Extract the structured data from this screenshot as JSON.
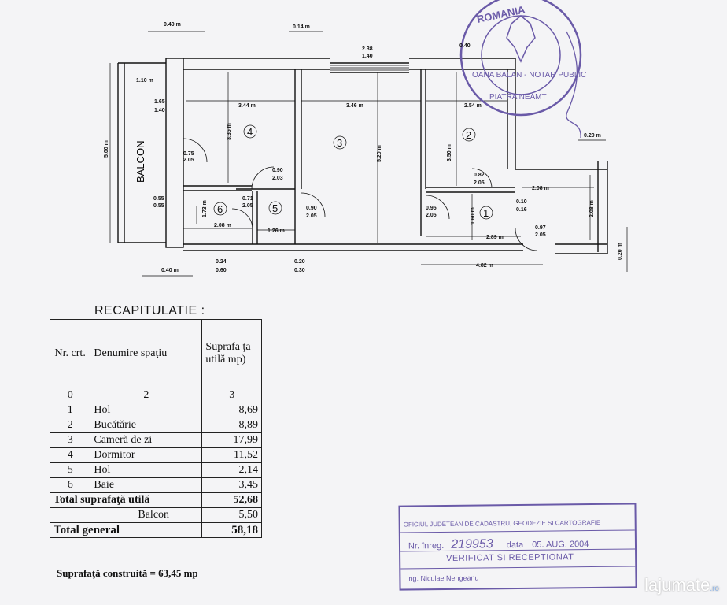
{
  "plan": {
    "dimensions": {
      "top_left_040": "0.40 m",
      "top_014": "0.14 m",
      "top_238": "2.38",
      "top_140": "1.40",
      "stamp_040": "0.40",
      "left_110": "1.10 m",
      "left_165": "1.65",
      "left_140": "1.40",
      "w_344": "3.44 m",
      "w_346": "3.46 m",
      "w_254": "2.54 m",
      "h_500": "5.00 m",
      "h_335": "3.35 m",
      "h_520": "5.20 m",
      "h_350": "3.50 m",
      "right_020": "0.20 m",
      "door_075": "0.75",
      "door_075b": "2.05",
      "door_090a": "0.90",
      "door_090ab": "2.03",
      "door_082": "0.82",
      "door_082b": "2.05",
      "d_055a": "0.55",
      "d_055b": "0.55",
      "h_173": "1.73 m",
      "door_071": "0.71",
      "door_071b": "2.05",
      "door_090b": "0.90",
      "door_090bb": "2.05",
      "door_095": "0.95",
      "door_095b": "2.05",
      "w_208a": "2.08 m",
      "w_010": "0.10",
      "w_016": "0.16",
      "h_160": "1.60 m",
      "h_208": "2.08 m",
      "w_208b": "2.08 m",
      "w_126": "1.26 m",
      "w_289": "2.89 m",
      "door_097": "0.97",
      "door_097b": "2.05",
      "b_024": "0.24",
      "b_060": "0.60",
      "b_020": "0.20",
      "b_030": "0.30",
      "b_040": "0.40 m",
      "w_482": "4.82 m",
      "r_020": "0.20 m"
    },
    "balcony_label": "BALCON",
    "room_numbers": [
      "4",
      "3",
      "2",
      "6",
      "5",
      "1"
    ]
  },
  "notary_stamp": {
    "country": "ROMANIA",
    "text": "OANA BALAN - NOTAR PUBLIC",
    "city": "PIATRA NEAMT"
  },
  "recap": {
    "title": "RECAPITULATIE :",
    "headers": {
      "nr": "Nr. crt.",
      "name": "Denumire spaţiu",
      "area": "Suprafa ţa utilă mp)"
    },
    "index_row": [
      "0",
      "2",
      "3"
    ],
    "rows": [
      {
        "nr": "1",
        "name": "Hol",
        "area": "8,69"
      },
      {
        "nr": "2",
        "name": "Bucătărie",
        "area": "8,89"
      },
      {
        "nr": "3",
        "name": "Cameră de zi",
        "area": "17,99"
      },
      {
        "nr": "4",
        "name": "Dormitor",
        "area": "11,52"
      },
      {
        "nr": "5",
        "name": "Hol",
        "area": "2,14"
      },
      {
        "nr": "6",
        "name": "Baie",
        "area": "3,45"
      }
    ],
    "total_util_label": "Total suprafaţă utilă",
    "total_util_value": "52,68",
    "balcony_label": "Balcon",
    "balcony_value": "5,50",
    "total_general_label": "Total general",
    "total_general_value": "58,18"
  },
  "footer": "Suprafaţă construită = 63,45 mp",
  "registry_stamp": {
    "office": "OFICIUL JUDETEAN DE CADASTRU, GEODEZIE SI CARTOGRAFIE",
    "reg_label": "Nr. înreg.",
    "reg_number": "219953",
    "date_label": "data",
    "date_value": "05. AUG. 2004",
    "verified": "VERIFICAT SI RECEPTIONAT",
    "official": "ing. Niculae Nehgeanu"
  },
  "watermark": {
    "name": "lajumate",
    "tld": ".ro"
  },
  "colors": {
    "ink": "#111111",
    "stamp": "#6a5aa8",
    "paper": "#f4f4f6"
  }
}
